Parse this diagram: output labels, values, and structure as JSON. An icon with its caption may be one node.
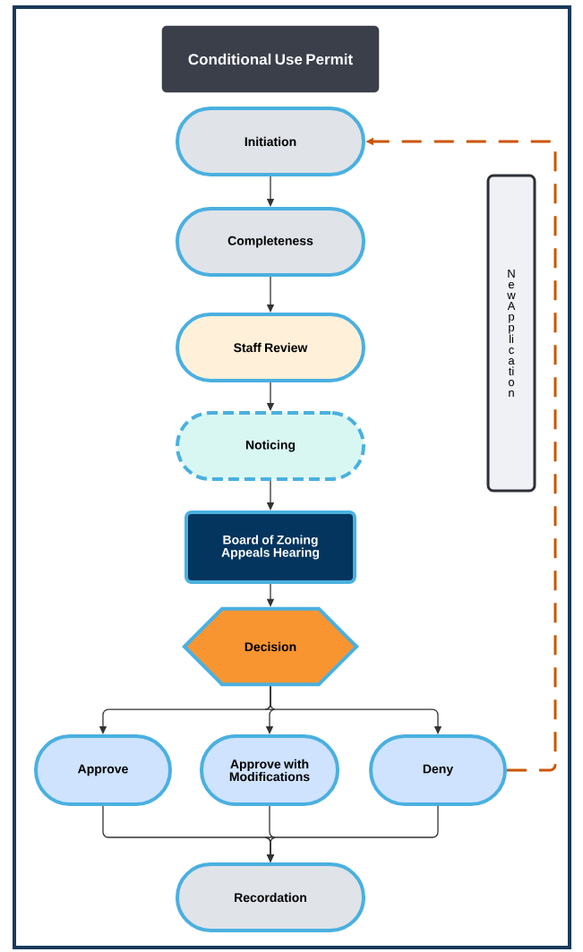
{
  "diagram": {
    "nodes": [
      {
        "text": [
          "Conditional Use Permit"
        ]
      },
      {
        "text": [
          "Initiation"
        ]
      },
      {
        "text": [
          "Completeness"
        ]
      },
      {
        "text": [
          "Staff Review"
        ]
      },
      {
        "text": [
          "Noticing"
        ]
      },
      {
        "text": [
          "Board of Zoning Appeals Hearing"
        ]
      },
      {
        "text": [
          "Decision"
        ]
      },
      {
        "text": [
          "Approve"
        ]
      },
      {
        "text": [
          "Approve with Modifications"
        ]
      },
      {
        "text": [
          "Deny"
        ]
      },
      {
        "text": [
          "Recordation"
        ]
      },
      {
        "text": [
          "New Application"
        ]
      }
    ],
    "edges": [
      {
        "from": 1,
        "to": 2,
        "arrow": "to"
      },
      {
        "from": 2,
        "to": 3,
        "arrow": "to"
      },
      {
        "from": 3,
        "to": 4,
        "arrow": "to"
      },
      {
        "from": 4,
        "to": 5,
        "arrow": "to"
      },
      {
        "from": 5,
        "to": 6,
        "arrow": "to"
      },
      {
        "from": 6,
        "to": 7,
        "arrow": "to"
      },
      {
        "from": 6,
        "to": 8,
        "arrow": "to"
      },
      {
        "from": 6,
        "to": 9,
        "arrow": "to"
      },
      {
        "from": 7,
        "to": 10,
        "arrow": "to"
      },
      {
        "from": 8,
        "to": 10,
        "arrow": "to"
      },
      {
        "from": 9,
        "to": 10,
        "arrow": "to"
      },
      {
        "from": 9,
        "to": 1,
        "arrow": "to",
        "style": "dashed",
        "color": "#cc5500"
      }
    ]
  }
}
